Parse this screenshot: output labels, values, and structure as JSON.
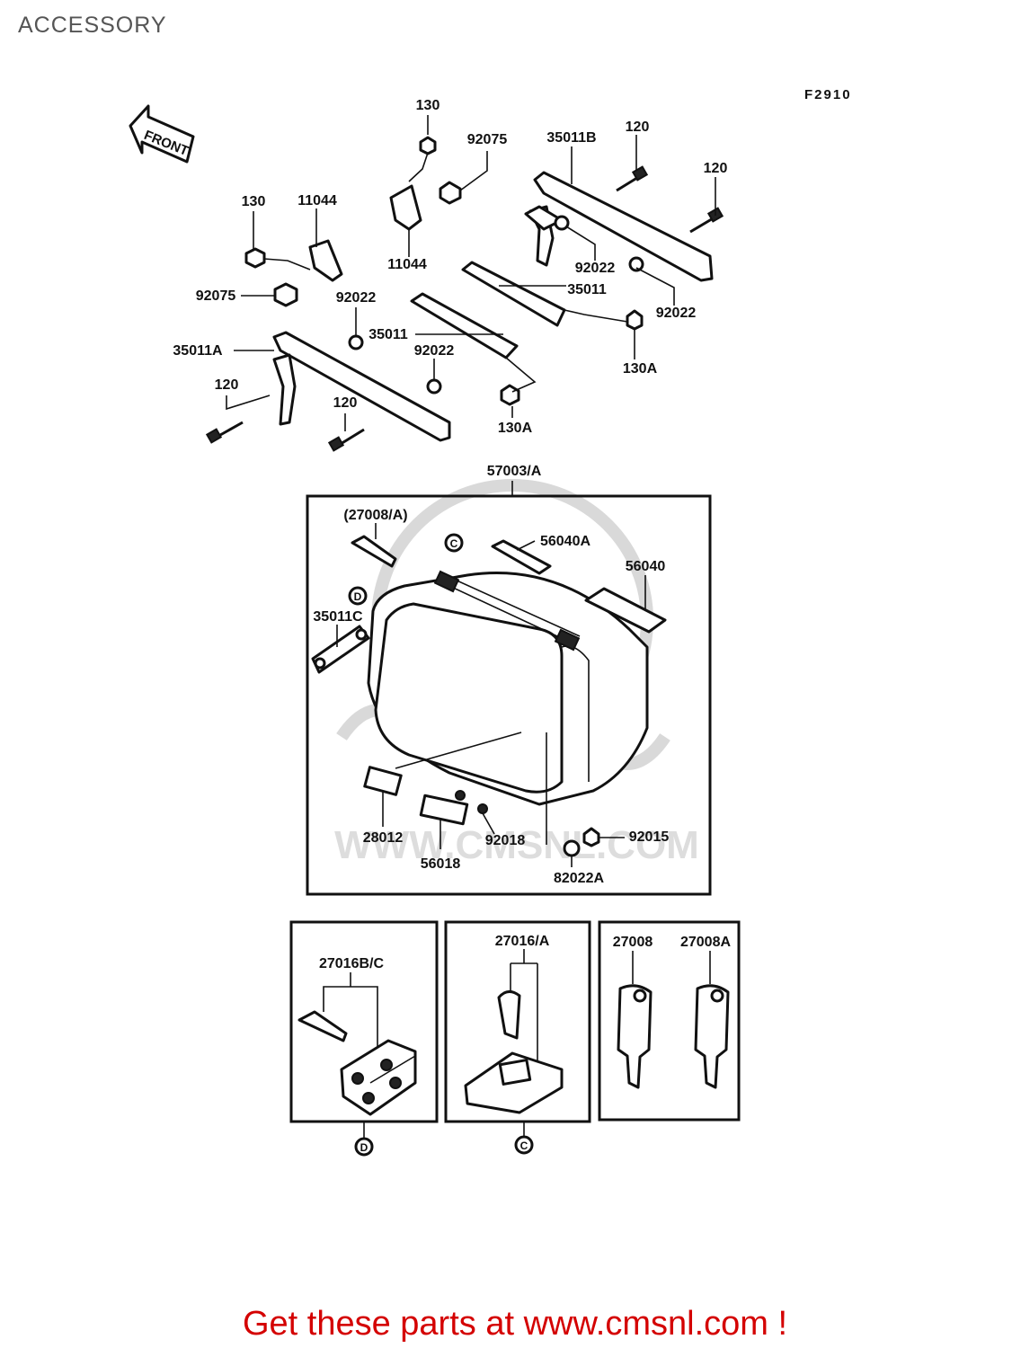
{
  "title": "ACCESSORY",
  "diagram_code": "F2910",
  "front_arrow": "FRONT",
  "callouts": {
    "p130_top": "130",
    "p92075_top": "92075",
    "p35011B": "35011B",
    "p120_a": "120",
    "p120_b": "120",
    "p130_left": "130",
    "p11044_top": "11044",
    "p11044_bottom": "11044",
    "p92022_r1": "92022",
    "p35011_r": "35011",
    "p92022_r2": "92022",
    "p92075_left": "92075",
    "p92022_l1": "92022",
    "p35011_l": "35011",
    "p35011A": "35011A",
    "p92022_l2": "92022",
    "p130A_r": "130A",
    "p120_c": "120",
    "p120_d": "120",
    "p130A_l": "130A",
    "p57003A": "57003/A",
    "p27008A_paren": "(27008/A)",
    "p56040A": "56040A",
    "p56040": "56040",
    "p35011C": "35011C",
    "p28012": "28012",
    "p92018": "92018",
    "p92015": "92015",
    "p56018": "56018",
    "p82022A": "82022A",
    "p27016BC": "27016B/C",
    "p27016A": "27016/A",
    "p27008": "27008",
    "p27008A": "27008A",
    "ref_c": "C",
    "ref_d": "D",
    "ref_c2": "C",
    "ref_d2": "D"
  },
  "watermark_text": "WWW.CMSNL.COM",
  "banner": {
    "text": "Get these parts at www.cmsnl.com !",
    "color": "#d40000"
  }
}
